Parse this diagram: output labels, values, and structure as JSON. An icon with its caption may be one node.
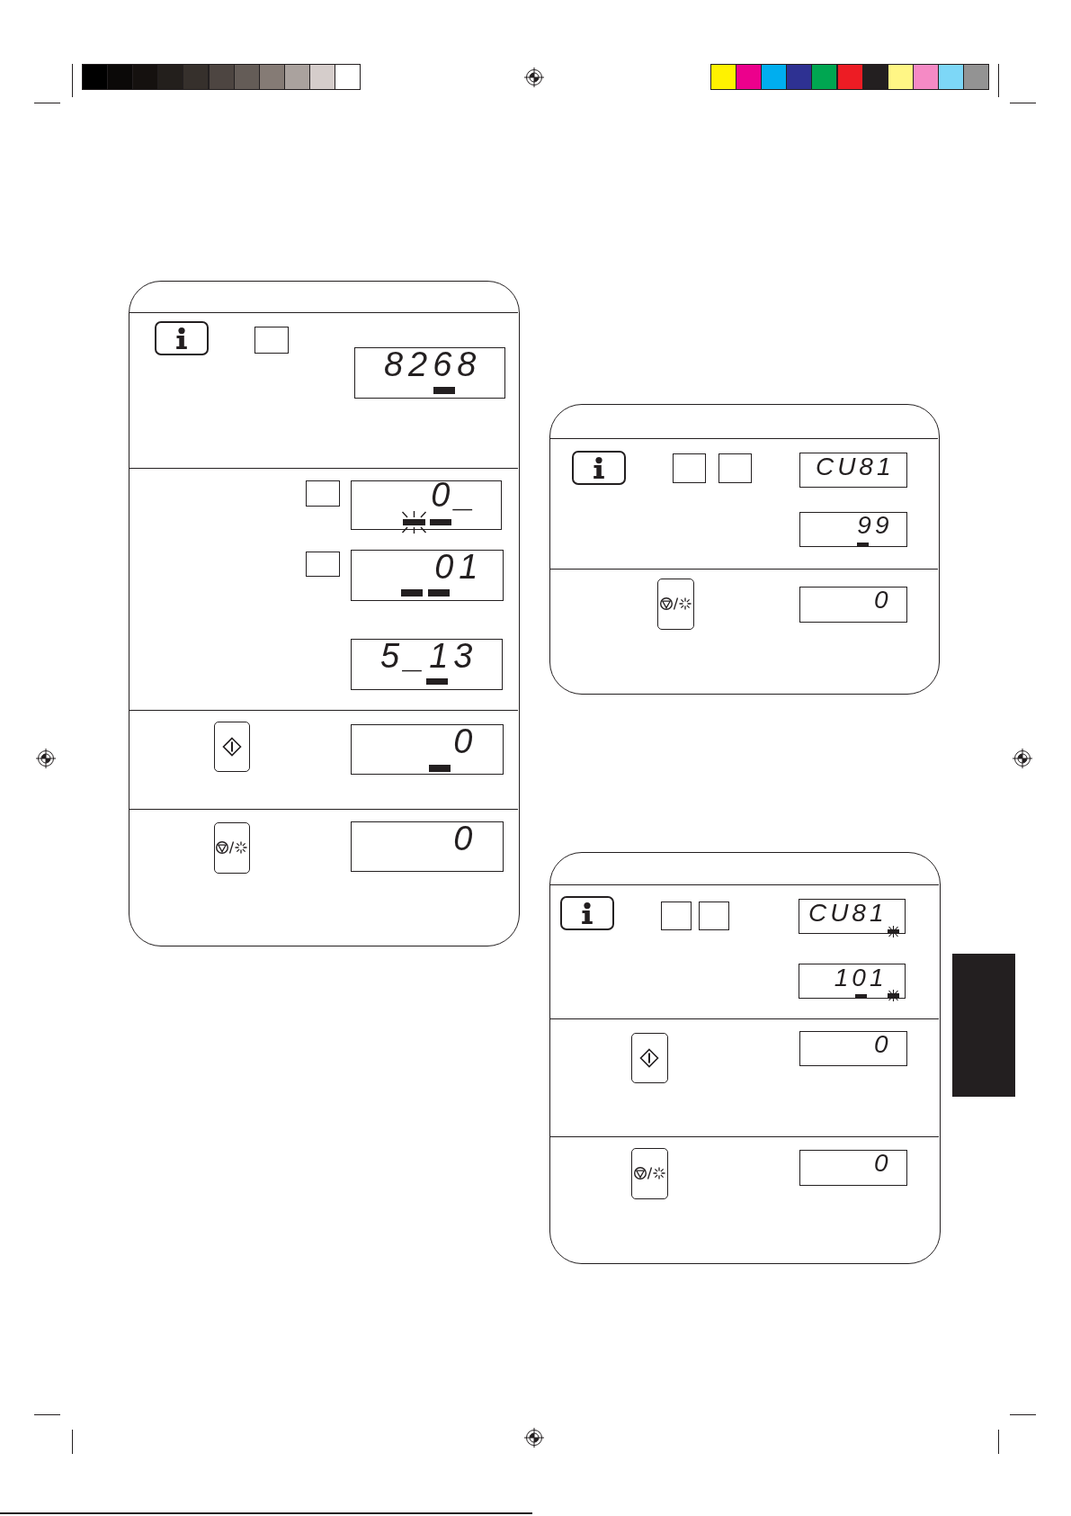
{
  "diagram": {
    "nodes": [
      {
        "text": [],
        "shape": "box"
      },
      {
        "text": [],
        "shape": "box",
        "in": 0
      },
      {
        "text": [],
        "shape": "box",
        "in": 0
      },
      {
        "text": [
          "8268"
        ],
        "in": 0
      },
      {
        "text": [],
        "shape": "box",
        "in": 0
      },
      {
        "text": [
          "0_"
        ],
        "in": 0
      },
      {
        "text": [],
        "shape": "box",
        "in": 0
      },
      {
        "text": [
          "01"
        ],
        "in": 0
      },
      {
        "text": [
          "5_13"
        ],
        "in": 0
      },
      {
        "text": [],
        "shape": "box",
        "in": 0
      },
      {
        "text": [
          "0"
        ],
        "in": 0
      },
      {
        "text": [],
        "shape": "box",
        "in": 0
      },
      {
        "text": [
          "0"
        ],
        "in": 0
      },
      {
        "text": [],
        "shape": "box"
      },
      {
        "text": [],
        "shape": "box",
        "in": 13
      },
      {
        "text": [],
        "shape": "box",
        "in": 13
      },
      {
        "text": [],
        "shape": "box",
        "in": 13
      },
      {
        "text": [
          "CU81"
        ],
        "in": 13
      },
      {
        "text": [
          "99"
        ],
        "in": 13
      },
      {
        "text": [],
        "shape": "box",
        "in": 13
      },
      {
        "text": [
          "0"
        ],
        "in": 13
      },
      {
        "text": [],
        "shape": "box"
      },
      {
        "text": [],
        "shape": "box",
        "in": 21
      },
      {
        "text": [],
        "shape": "box",
        "in": 21
      },
      {
        "text": [],
        "shape": "box",
        "in": 21
      },
      {
        "text": [
          "CU81"
        ],
        "in": 21
      },
      {
        "text": [
          "101"
        ],
        "in": 21
      },
      {
        "text": [],
        "shape": "box",
        "in": 21
      },
      {
        "text": [
          "0"
        ],
        "in": 21
      },
      {
        "text": [],
        "shape": "box",
        "in": 21
      },
      {
        "text": [
          "0"
        ],
        "in": 21
      },
      {
        "text": [],
        "shape": "box"
      }
    ]
  }
}
